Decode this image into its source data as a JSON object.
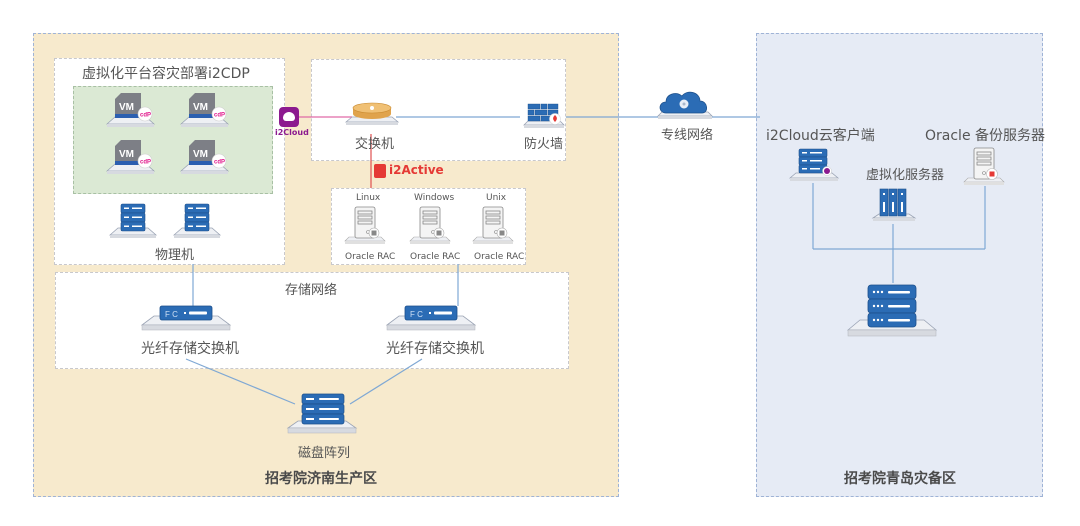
{
  "zones": {
    "production": {
      "title": "招考院济南生产区"
    },
    "disaster_recovery": {
      "title": "招考院青岛灾备区"
    }
  },
  "production": {
    "virtualization": {
      "title": "虚拟化平台容灾部署i2CDP",
      "vm_label": "VM",
      "vm_badge": "cdP",
      "vm_count": 4,
      "physical_label": "物理机"
    },
    "network": {
      "switch_label": "交换机",
      "firewall_label": "防火墙",
      "i2cloud_badge": "i2Cloud",
      "i2active_badge": "i2Active"
    },
    "oracle_cluster": {
      "nodes": [
        {
          "os": "Linux",
          "label": "Oracle RAC"
        },
        {
          "os": "Windows",
          "label": "Oracle RAC"
        },
        {
          "os": "Unix",
          "label": "Oracle RAC"
        }
      ]
    },
    "storage": {
      "title": "存储网络",
      "fc_label": "FC",
      "switch_left": "光纤存储交换机",
      "switch_right": "光纤存储交换机",
      "disk_array": "磁盘阵列"
    }
  },
  "wan": {
    "label": "专线网络"
  },
  "disaster_recovery": {
    "i2cloud_client": "i2Cloud云客户端",
    "oracle_backup": "Oracle 备份服务器",
    "virtual_server": "虚拟化服务器"
  },
  "colors": {
    "production_bg": "#f7eacd",
    "dr_bg": "#e6ebf5",
    "device_blue": "#2b6cb5",
    "i2cloud_purple": "#8c1a8f",
    "i2active_red": "#e53935",
    "link_blue": "#7fa8d4",
    "link_pink": "#e06aa6"
  }
}
